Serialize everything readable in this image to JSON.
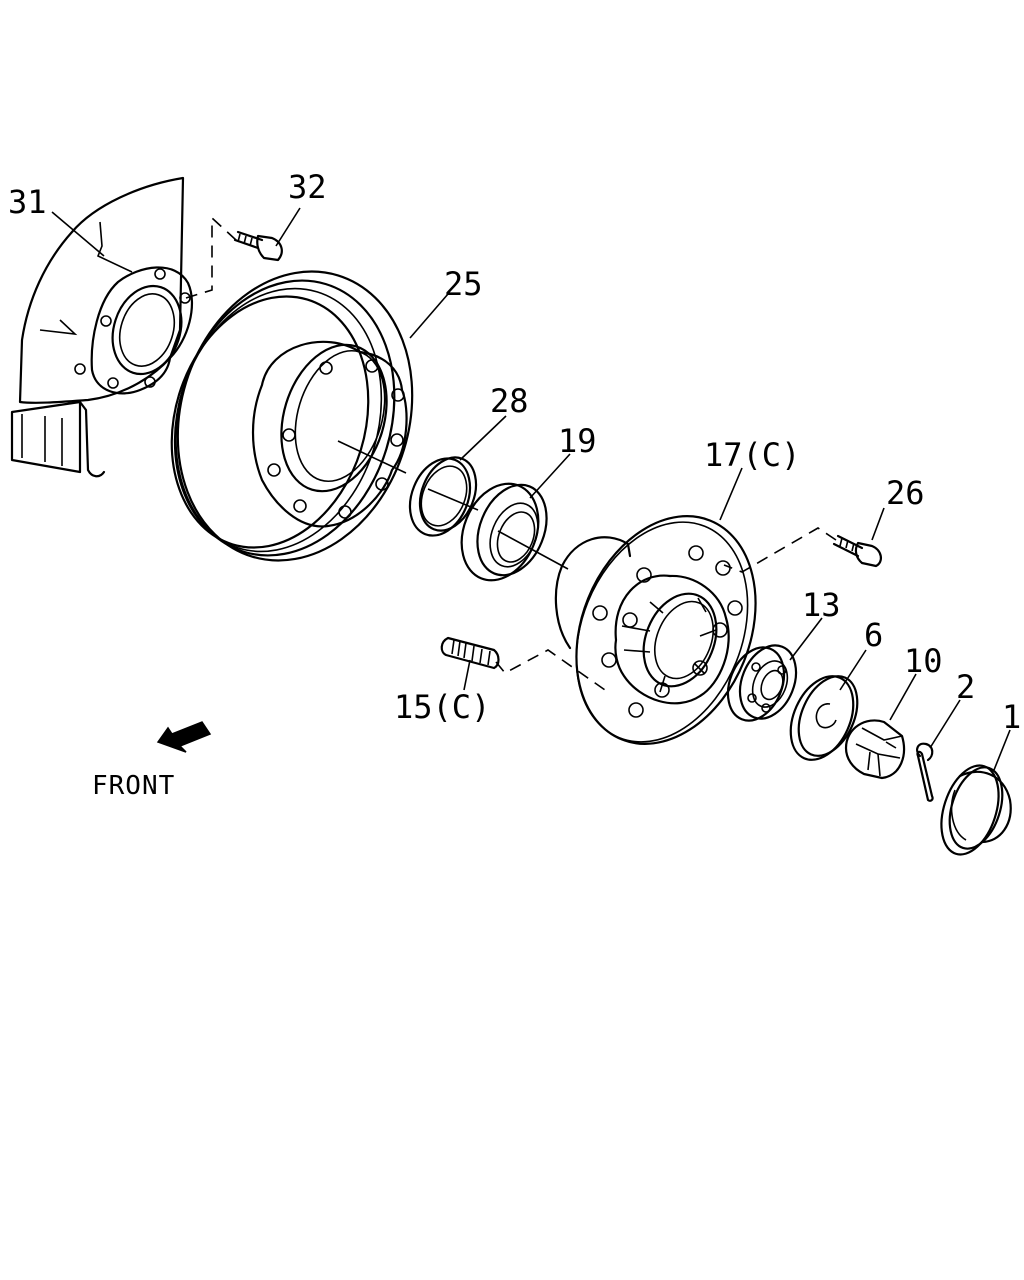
{
  "callouts": {
    "p31": "31",
    "p32": "32",
    "p25": "25",
    "p28": "28",
    "p19": "19",
    "p17": "17(C)",
    "p26": "26",
    "p13": "13",
    "p6": "6",
    "p10": "10",
    "p2": "2",
    "p1": "1",
    "p15": "15(C)"
  },
  "direction_label": "FRONT"
}
